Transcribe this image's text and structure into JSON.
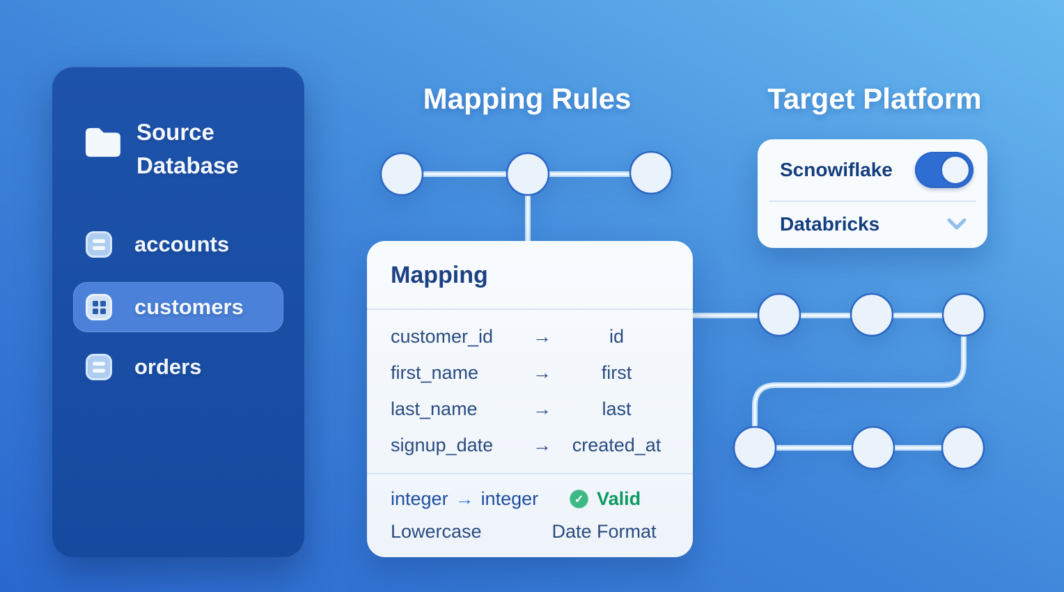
{
  "glyphs": {
    "arrow": "→",
    "check": "✓"
  },
  "sidebar": {
    "title": "Source Database",
    "items": [
      {
        "label": "accounts",
        "icon": "table-rows-icon",
        "active": false
      },
      {
        "label": "customers",
        "icon": "table-grid-icon",
        "active": true
      },
      {
        "label": "orders",
        "icon": "table-rows-icon",
        "active": false
      }
    ]
  },
  "mapping": {
    "heading": "Mapping Rules",
    "card_title": "Mapping",
    "rows": [
      {
        "source": "customer_id",
        "target": "id"
      },
      {
        "source": "first_name",
        "target": "first"
      },
      {
        "source": "last_name",
        "target": "last"
      },
      {
        "source": "signup_date",
        "target": "created_at"
      }
    ],
    "footer": {
      "type_source": "integer",
      "type_target": "integer",
      "status": "Valid",
      "rule_left": "Lowercase",
      "rule_right": "Date Format"
    }
  },
  "target": {
    "heading": "Target Platform",
    "primary": {
      "label": "Scnowiflake",
      "toggle_state": "on"
    },
    "secondary": {
      "label": "Databricks",
      "control": "chevron-down"
    }
  },
  "colors": {
    "background_dark": "#2a68ce",
    "background_light": "#68b9ef",
    "sidebar_navy": "#1b4ea6",
    "sidebar_highlight": "#4b81d8",
    "card_text_navy": "#1c4183",
    "accent_arrow_blue": "#2f7ce2",
    "valid_green": "#0f9a61",
    "check_badge_green": "#3cb985",
    "node_stroke_blue": "#2a66c4",
    "toggle_blue": "#2e6ed2"
  }
}
